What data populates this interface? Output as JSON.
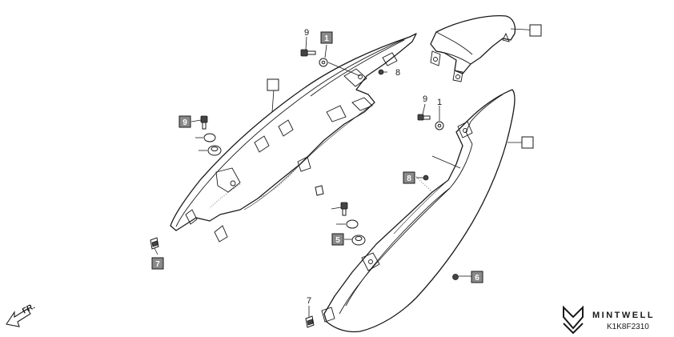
{
  "callouts": {
    "c9_top": "9",
    "c1_top": "1",
    "c8_top": "8",
    "c9_left": "9",
    "c7_left": "7",
    "c9_mid": "9",
    "c1_mid": "1",
    "c8_mid": "8",
    "c5_mid": "5",
    "c6_bottom": "6",
    "c7_bottom": "7"
  },
  "direction_marker": "FR.",
  "brand": "MINTWELL",
  "diagram_code": "K1K8F2310",
  "colors": {
    "line": "#1a1a1a",
    "filled_box": "#8a8a8a",
    "background": "#ffffff"
  },
  "icons": [
    "front-arrow-icon",
    "mintwell-logo-icon",
    "bolt-icon",
    "washer-icon",
    "grommet-icon",
    "clip-nut-icon"
  ]
}
